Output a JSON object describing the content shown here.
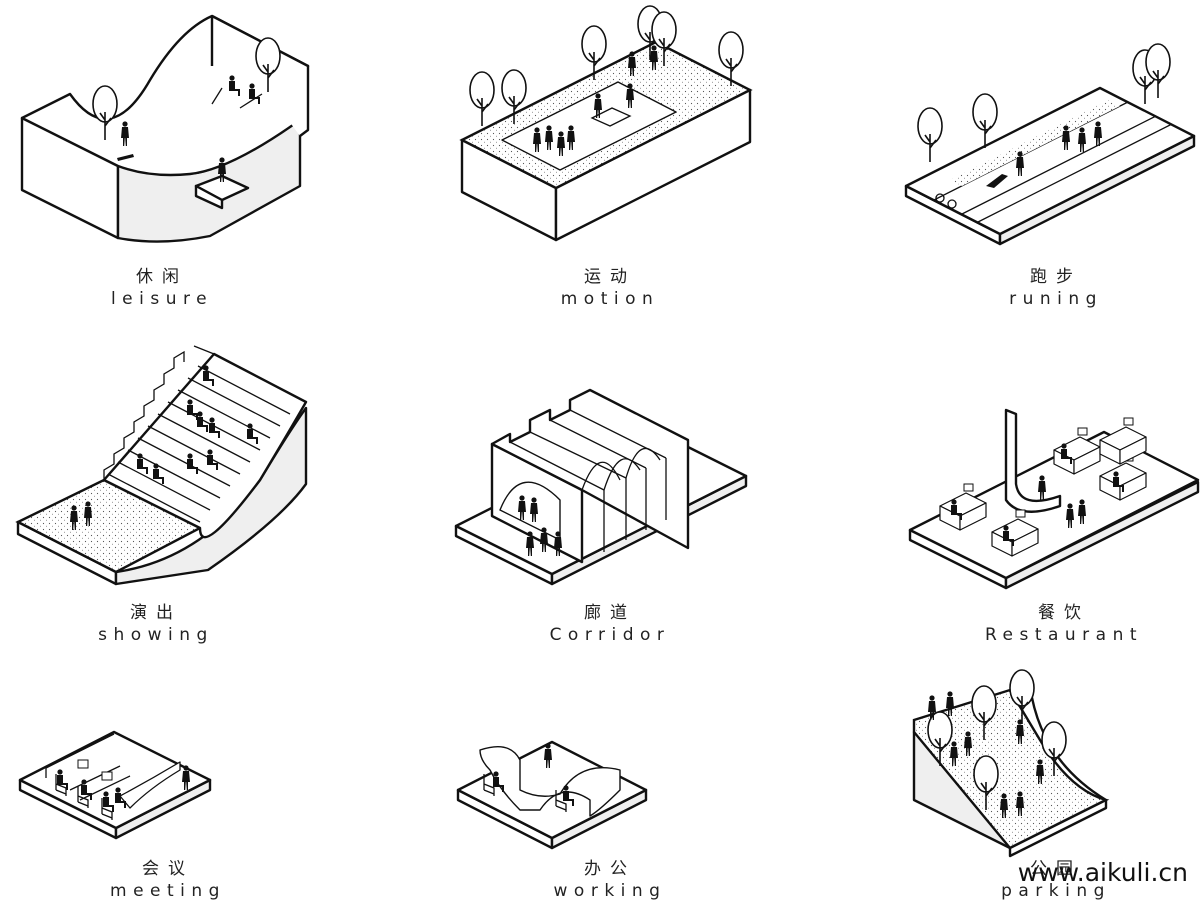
{
  "panels": [
    {
      "id": "leisure",
      "zh": "休闲",
      "en": "leisure"
    },
    {
      "id": "motion",
      "zh": "运动",
      "en": "motion"
    },
    {
      "id": "running",
      "zh": "跑步",
      "en": "runing"
    },
    {
      "id": "showing",
      "zh": "演出",
      "en": "showing"
    },
    {
      "id": "corridor",
      "zh": "廊道",
      "en": "Corridor"
    },
    {
      "id": "restaurant",
      "zh": "餐饮",
      "en": "Restaurant"
    },
    {
      "id": "meeting",
      "zh": "会议",
      "en": "meeting"
    },
    {
      "id": "working",
      "zh": "办公",
      "en": "working"
    },
    {
      "id": "parking",
      "zh": "公园",
      "en": "parking"
    }
  ],
  "watermark": "www.aikuli.cn",
  "colors": {
    "ink": "#111111",
    "background": "#ffffff",
    "shade": "#efefef"
  }
}
